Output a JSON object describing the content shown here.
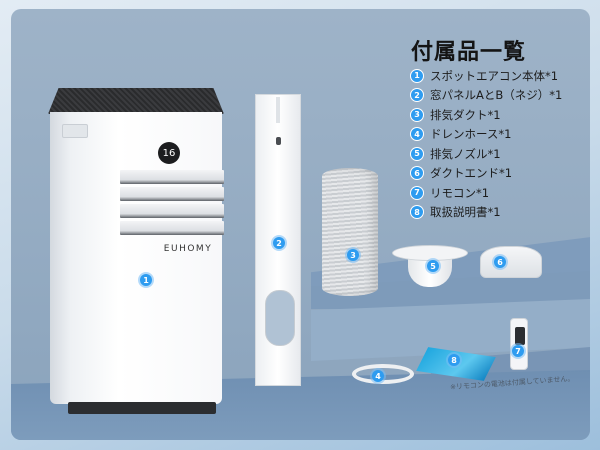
{
  "heading": "付属品一覧",
  "accessories": [
    {
      "num": "1",
      "label": "スポットエアコン本体*1"
    },
    {
      "num": "2",
      "label": "窓パネルAとB（ネジ）*1"
    },
    {
      "num": "3",
      "label": "排気ダクト*1"
    },
    {
      "num": "4",
      "label": "ドレンホース*1"
    },
    {
      "num": "5",
      "label": "排気ノズル*1"
    },
    {
      "num": "6",
      "label": "ダクトエンド*1"
    },
    {
      "num": "7",
      "label": "リモコン*1"
    },
    {
      "num": "8",
      "label": "取扱説明書*1"
    }
  ],
  "product": {
    "brand": "EUHOMY",
    "display_value": "16"
  },
  "note": "※リモコンの電池は付属していません。",
  "colors": {
    "badge": "#2e9cf0",
    "panel_bg": "#9eb3c8",
    "outer_bg": "#c9dbea"
  }
}
